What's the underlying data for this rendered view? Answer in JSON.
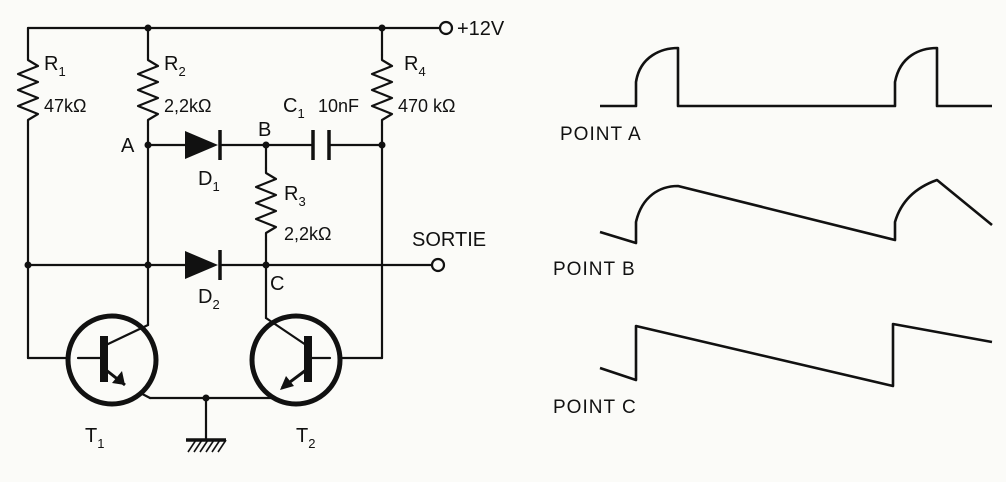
{
  "components": {
    "r1": {
      "name": "R",
      "index": "1",
      "value": "47kΩ"
    },
    "r2": {
      "name": "R",
      "index": "2",
      "value": "2,2kΩ"
    },
    "r3": {
      "name": "R",
      "index": "3",
      "value": "2,2kΩ"
    },
    "r4": {
      "name": "R",
      "index": "4",
      "value": "470 kΩ"
    },
    "c1": {
      "name": "C",
      "index": "1",
      "value": "10nF"
    },
    "d1": {
      "name": "D",
      "index": "1"
    },
    "d2": {
      "name": "D",
      "index": "2"
    },
    "t1": {
      "name": "T",
      "index": "1"
    },
    "t2": {
      "name": "T",
      "index": "2"
    }
  },
  "nodes": {
    "a": "A",
    "b": "B",
    "c": "C"
  },
  "supply": "+12V",
  "output": "SORTIE",
  "waveforms": [
    {
      "label": "POINT  A"
    },
    {
      "label": "POINT  B"
    },
    {
      "label": "POINT  C"
    }
  ]
}
